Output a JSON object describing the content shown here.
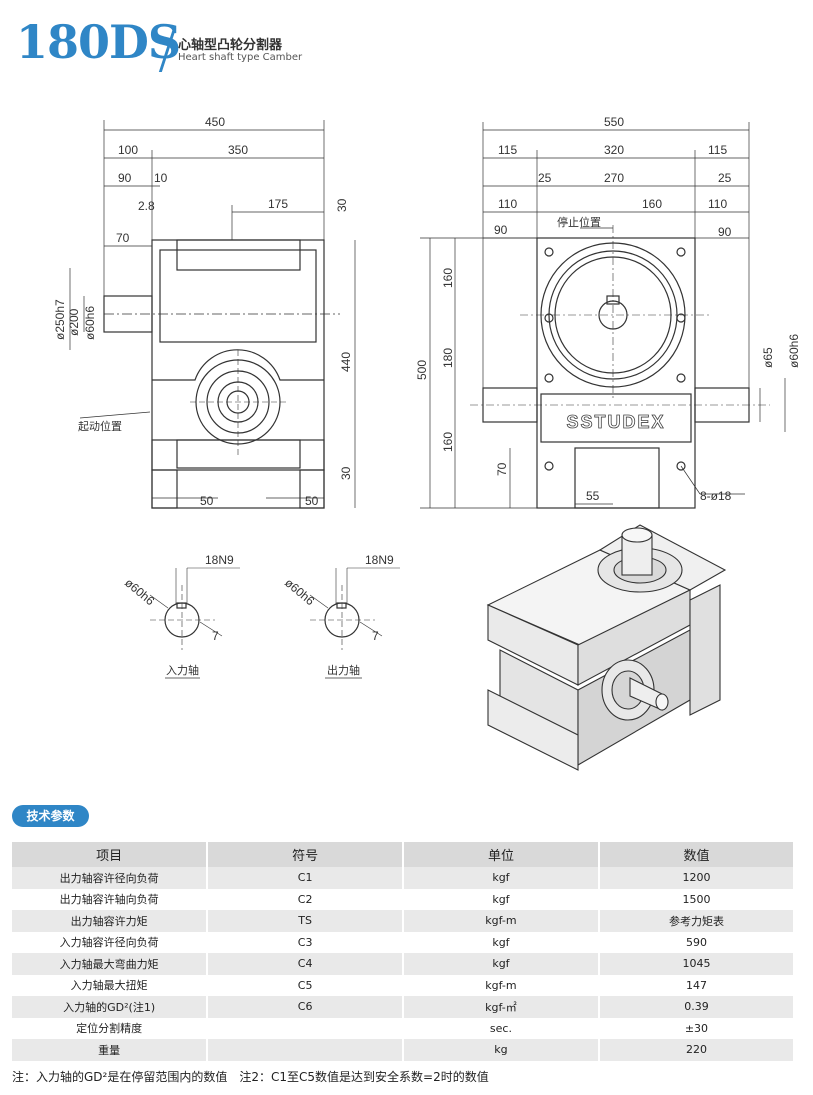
{
  "header": {
    "model": "180DS",
    "title_cn": "心轴型凸轮分割器",
    "title_en": "Heart shaft type Camber"
  },
  "drawing": {
    "front_dims": [
      "450",
      "100",
      "350",
      "90",
      "10",
      "2.8",
      "175",
      "30",
      "70",
      "ø250h7",
      "ø200",
      "ø60h6",
      "440",
      "30",
      "50",
      "50"
    ],
    "front_label": "起动位置",
    "top_dims": [
      "550",
      "115",
      "320",
      "115",
      "25",
      "270",
      "25",
      "110",
      "160",
      "110",
      "90",
      "90",
      "160",
      "180",
      "160",
      "500",
      "70",
      "55",
      "ø65",
      "ø60h6",
      "8-ø18"
    ],
    "top_label": "停止位置",
    "brand": "SSTUDEX",
    "shaft_section": {
      "dim_n9": "18N9",
      "dim_dia": "ø60h6",
      "dim_7": "7",
      "input_label": "入力轴",
      "output_label": "出力轴"
    }
  },
  "specs": {
    "section_title": "技术参数",
    "headers": [
      "项目",
      "符号",
      "单位",
      "数值"
    ],
    "rows": [
      [
        "出力轴容许径向负荷",
        "C1",
        "kgf",
        "1200"
      ],
      [
        "出力轴容许轴向负荷",
        "C2",
        "kgf",
        "1500"
      ],
      [
        "出力轴容许力矩",
        "TS",
        "kgf-m",
        "参考力矩表"
      ],
      [
        "入力轴容许径向负荷",
        "C3",
        "kgf",
        "590"
      ],
      [
        "入力轴最大弯曲力矩",
        "C4",
        "kgf",
        "1045"
      ],
      [
        "入力轴最大扭矩",
        "C5",
        "kgf-m",
        "147"
      ],
      [
        "入力轴的GD²(注1)",
        "C6",
        "kgf-㎡",
        "0.39"
      ],
      [
        "定位分割精度",
        "",
        "sec.",
        "±30"
      ],
      [
        "重量",
        "",
        "kg",
        "220"
      ]
    ]
  },
  "note": "注：入力轴的GD²是在停留范围内的数值　注2：C1至C5数值是达到安全系数=2时的数值",
  "colors": {
    "accent": "#2f86c6",
    "header_row": "#d9d9d9",
    "stripe": "#e9e9e9"
  }
}
